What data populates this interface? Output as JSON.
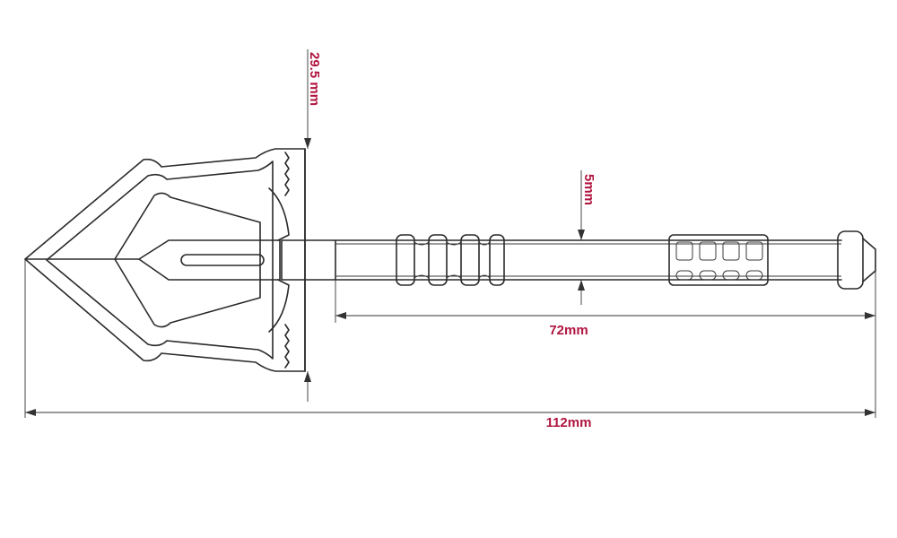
{
  "colors": {
    "outline": "#2a2a2a",
    "dimension_text": "#b0153f",
    "background": "#ffffff"
  },
  "dimensions": {
    "blade_height": "29.5 mm",
    "shaft_diameter": "5mm",
    "handle_length": "72mm",
    "overall_length": "112mm"
  }
}
